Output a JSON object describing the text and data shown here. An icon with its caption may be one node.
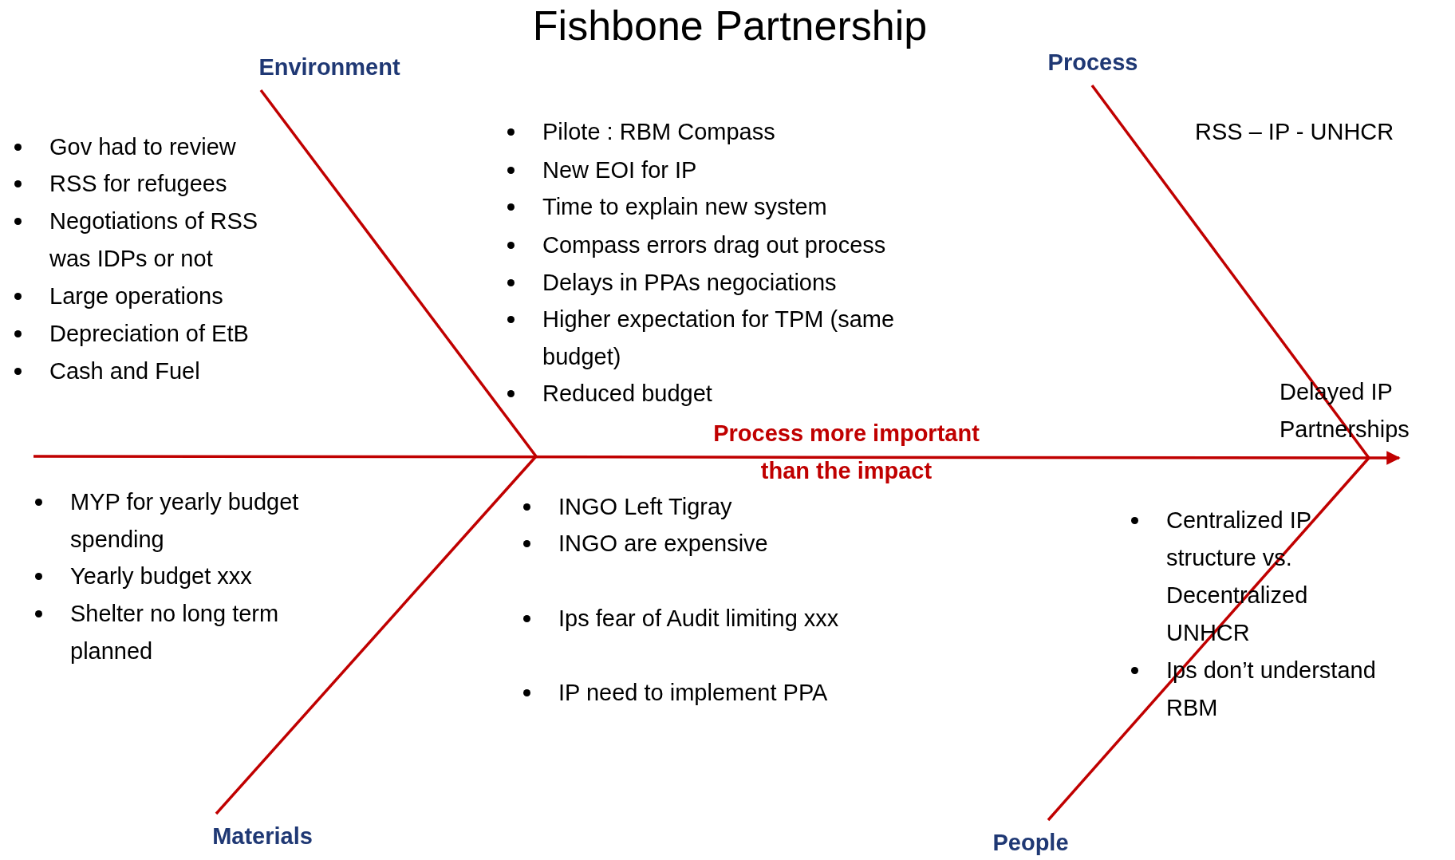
{
  "diagram": {
    "title": "Fishbone Partnership",
    "nodes": [
      {
        "text": [
          "Environment"
        ]
      },
      {
        "text": [
          "Process"
        ]
      },
      {
        "text": [
          "Delayed IP Partnerships"
        ]
      },
      {
        "text": [
          "Materials"
        ]
      },
      {
        "text": [
          "People"
        ]
      }
    ],
    "edges": [
      {
        "from": null,
        "to": 2,
        "arrow": "to",
        "label": "Process more important than the impact"
      },
      {
        "from": 0,
        "to": null,
        "arrow": "none"
      },
      {
        "from": 1,
        "to": 2,
        "arrow": "none"
      },
      {
        "from": 3,
        "to": null,
        "arrow": "none"
      },
      {
        "from": 4,
        "to": 2,
        "arrow": "none"
      }
    ],
    "labels": [
      "Gov had to review",
      "RSS for refugees",
      "Negotiations of RSS was IDPs or not",
      "Large operations",
      "Depreciation of EtB",
      "Cash and Fuel",
      "Pilote : RBM Compass",
      "New EOI for IP",
      "Time to explain new system",
      "Compass errors drag out process",
      "Delays in PPAs negociations",
      "Higher expectation for TPM (same budget)",
      "Reduced budget",
      "RSS – IP - UNHCR",
      "MYP for yearly budget spending",
      "Yearly budget xxx",
      "Shelter no long term planned",
      "INGO Left Tigray",
      "INGO are expensive",
      "Ips fear of Audit limiting xxx",
      "IP need to implement PPA",
      "Centralized IP structure vs. Decentralized UNHCR",
      "Ips don’t understand RBM"
    ]
  }
}
